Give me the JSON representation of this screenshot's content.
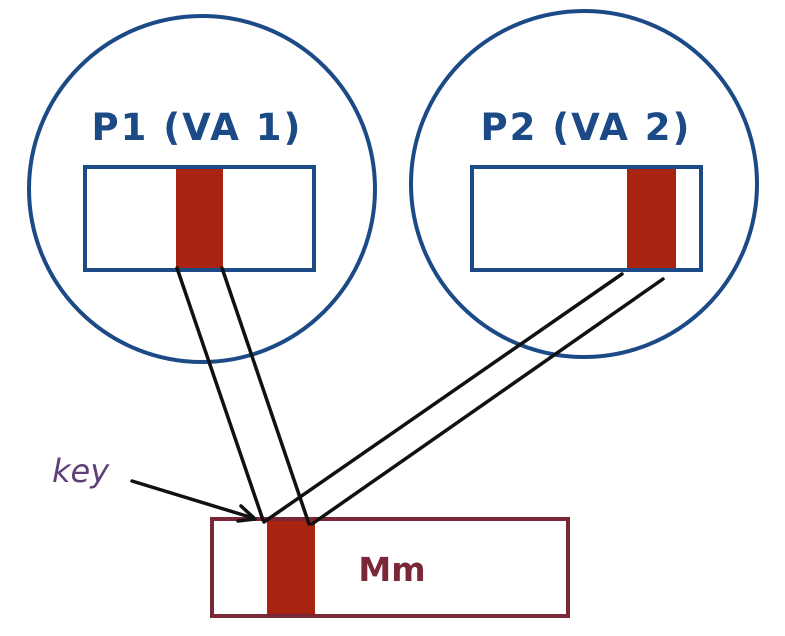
{
  "process_1": {
    "label": "P1 (VA 1)"
  },
  "process_2": {
    "label": "P2 (VA 2)"
  },
  "memory": {
    "label": "Mm"
  },
  "annotation": {
    "key_label": "key"
  },
  "colors": {
    "process_outline": "#1b4a86",
    "memory_outline": "#7a2838",
    "shared_page": "#a82410",
    "mapping_line": "#111111",
    "annotation_ink": "#5e3f76"
  }
}
